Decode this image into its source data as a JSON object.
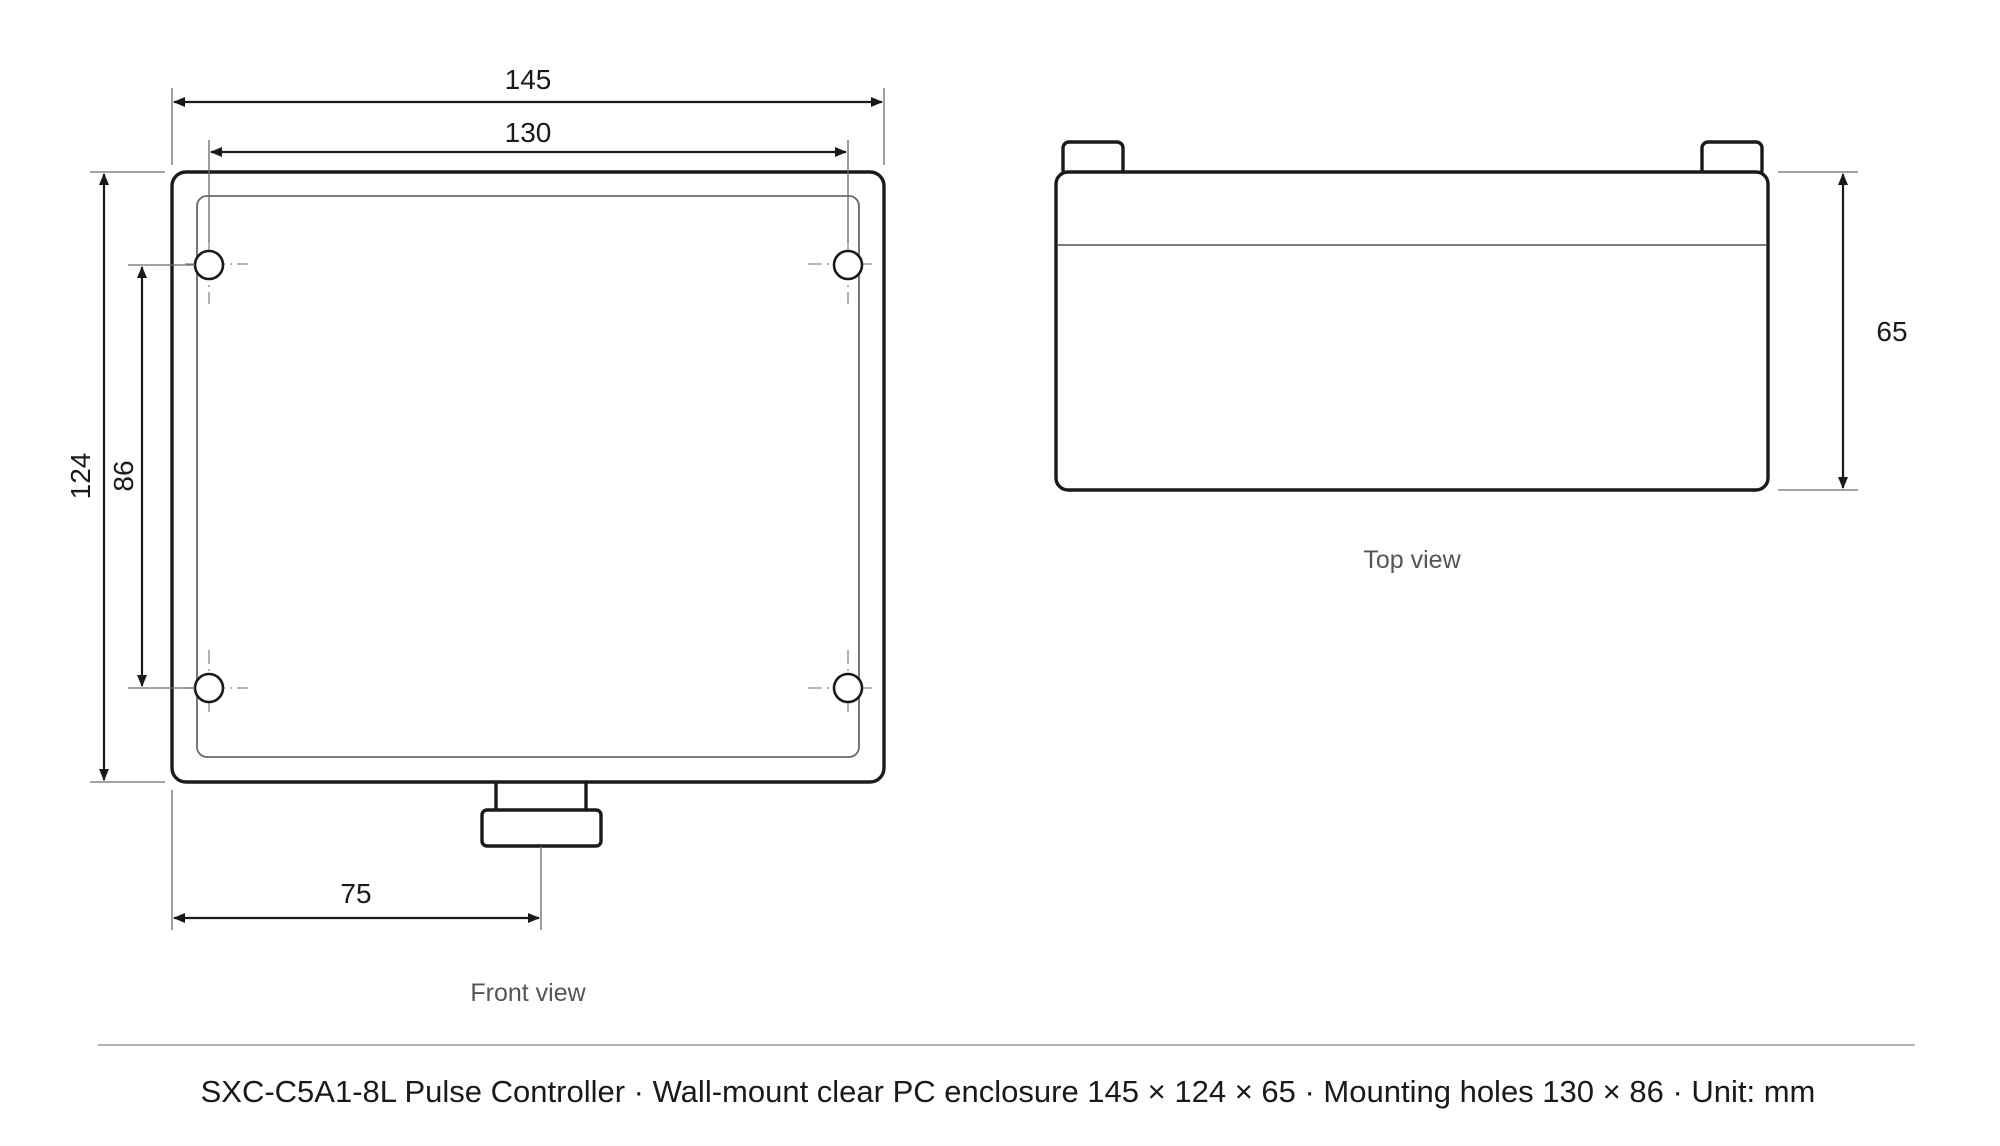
{
  "front_view": {
    "caption": "Front view",
    "dims": {
      "overall_width": "145",
      "hole_spacing_width": "130",
      "overall_height": "124",
      "hole_spacing_height": "86",
      "cable_gland_offset": "75"
    }
  },
  "top_view": {
    "caption": "Top view",
    "dims": {
      "depth": "65"
    }
  },
  "footer": {
    "title": "SXC-C5A1-8L Pulse Controller · Wall-mount clear PC enclosure 145 × 124 × 65 · Mounting holes 130 × 86 · Unit: mm"
  }
}
